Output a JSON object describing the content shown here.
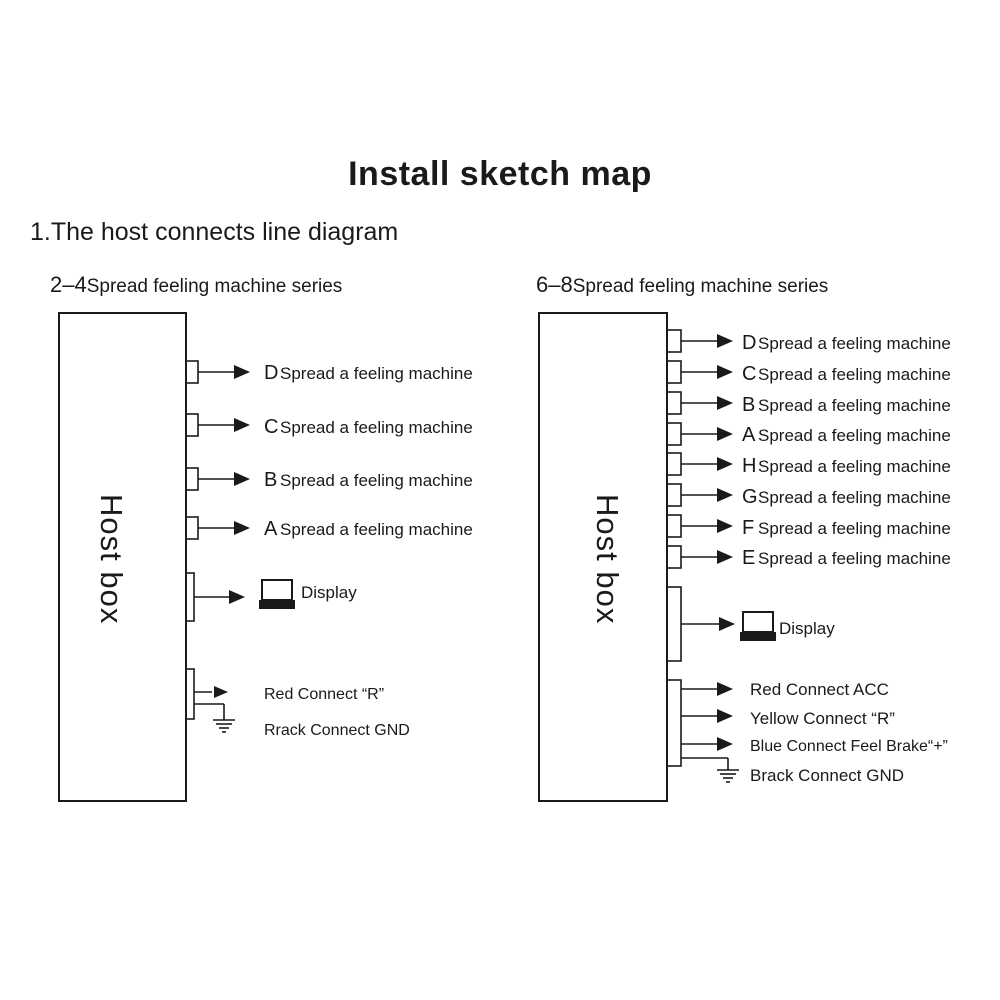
{
  "title": "Install sketch map",
  "subtitle": "1.The host connects line diagram",
  "left": {
    "series_prefix": "2–4",
    "series_text": "Spread feeling machine series",
    "host_label": "Host box",
    "machines": [
      {
        "letter": "D",
        "text": "Spread a feeling machine"
      },
      {
        "letter": "C",
        "text": "Spread a feeling machine"
      },
      {
        "letter": "B",
        "text": "Spread a feeling machine"
      },
      {
        "letter": "A",
        "text": "Spread a feeling machine"
      }
    ],
    "display_label": "Display",
    "wires": [
      "Red Connect “R”",
      "Rrack Connect GND"
    ]
  },
  "right": {
    "series_prefix": "6–8",
    "series_text": "Spread feeling machine series",
    "host_label": "Host box",
    "machines": [
      {
        "letter": "D",
        "text": "Spread a feeling machine"
      },
      {
        "letter": "C",
        "text": "Spread a feeling machine"
      },
      {
        "letter": "B",
        "text": "Spread a feeling machine"
      },
      {
        "letter": "A",
        "text": "Spread a feeling machine"
      },
      {
        "letter": "H",
        "text": "Spread a feeling machine"
      },
      {
        "letter": "G",
        "text": "Spread a feeling machine"
      },
      {
        "letter": "F",
        "text": "Spread a feeling machine"
      },
      {
        "letter": "E",
        "text": "Spread a feeling machine"
      }
    ],
    "display_label": "Display",
    "wires": [
      "Red Connect ACC",
      "Yellow  Connect  “R”",
      "Blue  Connect Feel Brake“+”",
      "Brack Connect GND"
    ]
  },
  "icons": [
    "display-monitor-icon",
    "ground-symbol-icon",
    "arrow-right-icon"
  ]
}
